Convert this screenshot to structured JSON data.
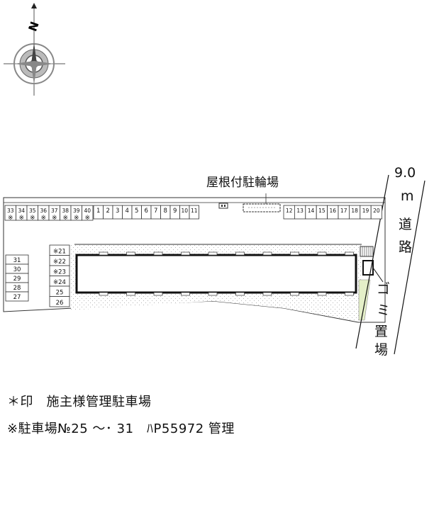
{
  "compass": {
    "north_label": "N",
    "icon": "compass-rose-icon"
  },
  "labels": {
    "bicycle_parking": "屋根付駐輪場",
    "road_width": "9.0",
    "road_unit": "m",
    "road_word_1": "道",
    "road_word_2": "路",
    "garbage_1": "ゴ",
    "garbage_2": "ミ",
    "garbage_3": "置",
    "garbage_4": "場"
  },
  "parking": {
    "top_left": [
      "33",
      "34",
      "35",
      "36",
      "37",
      "38",
      "39",
      "40"
    ],
    "top_middle": [
      "1",
      "2",
      "3",
      "4",
      "5",
      "6",
      "7",
      "8",
      "9",
      "10",
      "11"
    ],
    "top_right": [
      "12",
      "13",
      "14",
      "15",
      "16",
      "17",
      "18",
      "19",
      "20"
    ],
    "left_column": [
      "31",
      "30",
      "29",
      "28",
      "27"
    ],
    "inner_column": [
      "※21",
      "※22",
      "※23",
      "※24",
      "25",
      "26"
    ],
    "star_mark": "※"
  },
  "legend": {
    "line1": "＊印　施主様管理駐車場",
    "line2": "※駐車場№25 ～･ 31　ﾊP55972 管理"
  }
}
